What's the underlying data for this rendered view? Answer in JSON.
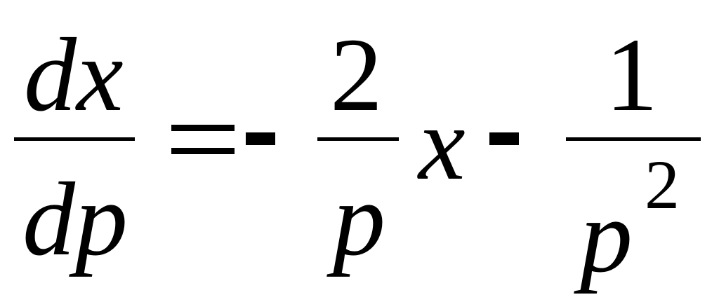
{
  "equation": {
    "lhs": {
      "numerator": "dx",
      "denominator": "dp"
    },
    "equals": "=",
    "term1": {
      "sign": "-",
      "numerator": "2",
      "denominator": "p",
      "variable": "x"
    },
    "term2": {
      "sign": "-",
      "numerator": "1",
      "denominator_base": "p",
      "denominator_exponent": "2"
    }
  }
}
